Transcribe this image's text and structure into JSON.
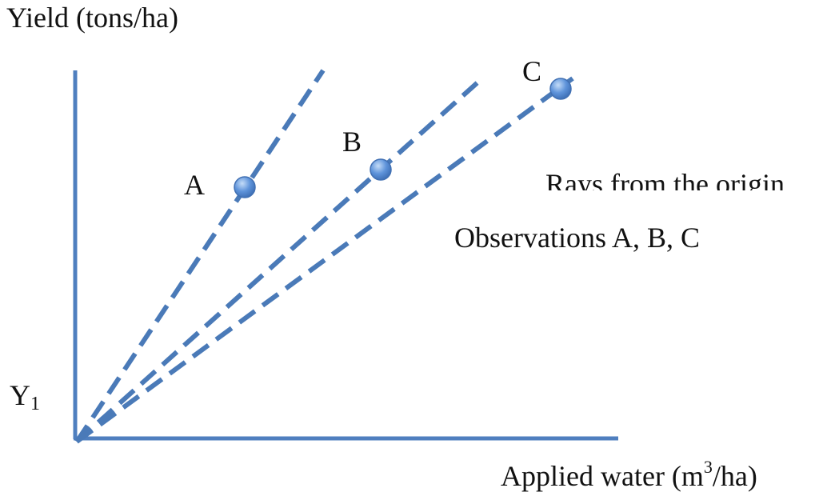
{
  "axes": {
    "y_label": "Yield (tons/ha)",
    "y_marker": "Y",
    "y_marker_sub": "1",
    "x_label_pre": "Applied water (m",
    "x_label_sup": "3",
    "x_label_post": "/ha)"
  },
  "notes": {
    "rays": "Rays from the origin",
    "observations": "Observations A, B, C"
  },
  "observations": [
    {
      "label": "A"
    },
    {
      "label": "B"
    },
    {
      "label": "C"
    }
  ],
  "colors": {
    "axis": "#4F7FBF",
    "ray": "#4A7AB8",
    "point": "#4F86D4",
    "point_highlight": "#B9D3F5",
    "text": "#111111"
  }
}
